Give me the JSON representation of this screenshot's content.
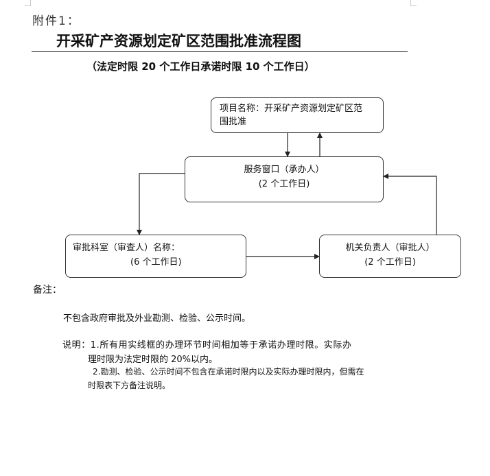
{
  "appendix": "附件1：",
  "title": "开采矿产资源划定矿区范围批准流程图",
  "subtitle": "（法定时限 20 个工作日承诺时限 10 个工作日）",
  "nodes": {
    "project": {
      "line1": "项目名称：开采矿产资源划定矿区范",
      "line2": "围批准"
    },
    "service": {
      "line1": "服务窗口（承办人）",
      "line2": "(2 个工作日)"
    },
    "review": {
      "line1": "审批科室（审查人）名称：",
      "line2": "(6 个工作日)"
    },
    "approve": {
      "line1": "机关负责人（审批人）",
      "line2": "(2 个工作日)"
    }
  },
  "notes": {
    "label": "备注：",
    "text": "不包含政府审批及外业勘测、检验、公示时间。",
    "explain_1a": "说明：1.所有用实线框的办理环节时间相加等于承诺办理时限。实际办",
    "explain_1b": "理时限为法定时限的 20%以内。",
    "explain_2a": "2.勘测、检验、公示时间不包含在承诺时限内以及实际办理时限内，但需在",
    "explain_2b": "时限表下方备注说明。"
  }
}
